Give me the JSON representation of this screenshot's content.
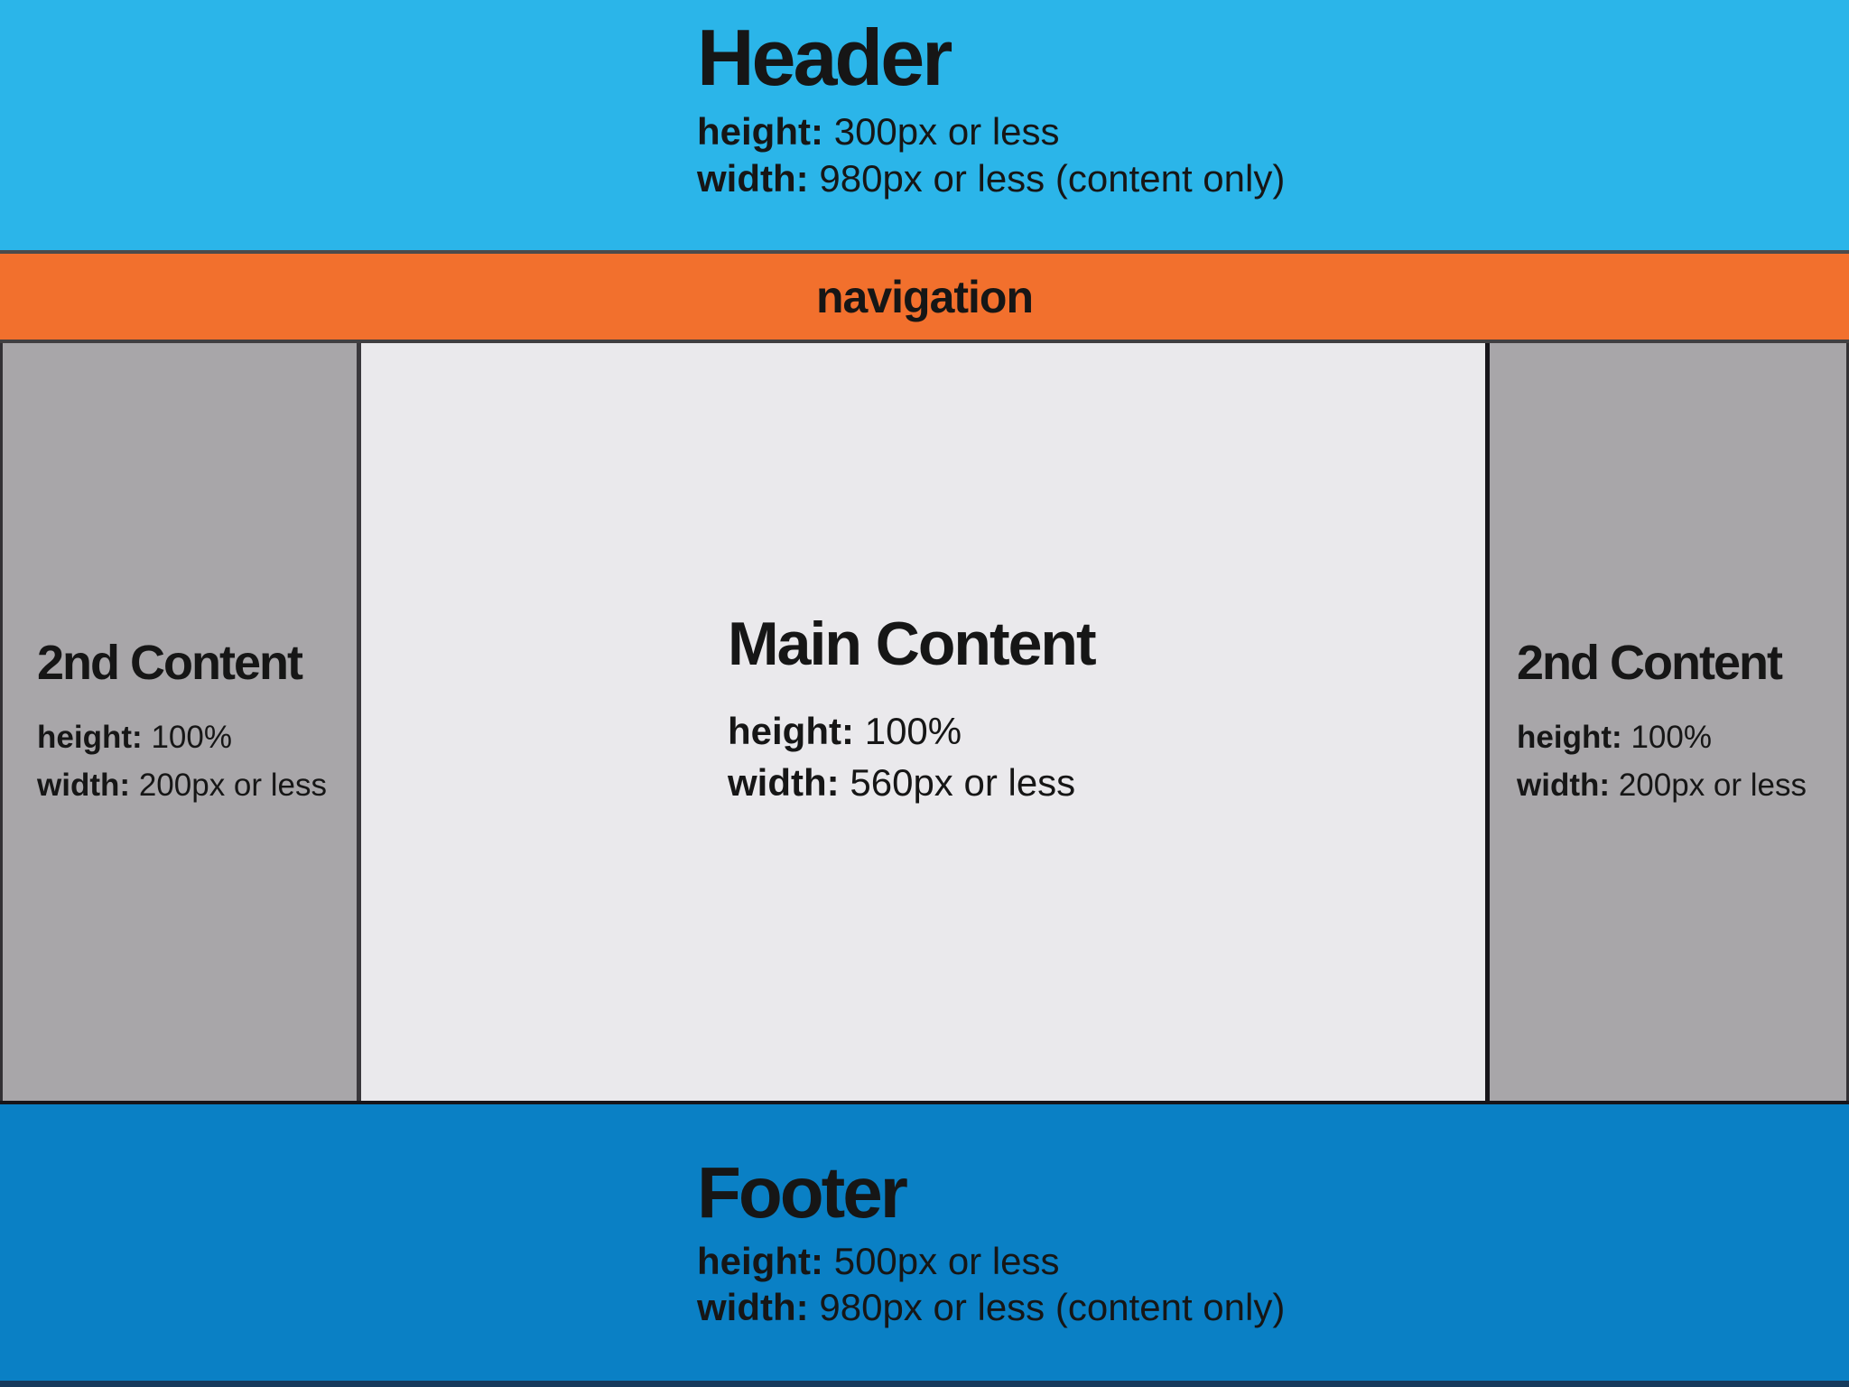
{
  "colors": {
    "header_bg": "#2bb5e9",
    "nav_bg": "#f2702d",
    "sidebar_bg": "#a8a6a9",
    "main_bg": "#eae9ec",
    "footer_bg": "#0a80c5",
    "footer_bottom_edge": "#163a5c",
    "text": "#161616"
  },
  "header": {
    "title": "Header",
    "specs": [
      {
        "label": "height:",
        "value": "300px or less"
      },
      {
        "label": "width:",
        "value": "980px or less (content only)"
      }
    ]
  },
  "navigation": {
    "label": "navigation"
  },
  "sidebar_left": {
    "title": "2nd Content",
    "specs": [
      {
        "label": "height:",
        "value": "100%"
      },
      {
        "label": "width:",
        "value": "200px or less"
      }
    ]
  },
  "main": {
    "title": "Main Content",
    "specs": [
      {
        "label": "height:",
        "value": "100%"
      },
      {
        "label": "width:",
        "value": "560px or less"
      }
    ]
  },
  "sidebar_right": {
    "title": "2nd Content",
    "specs": [
      {
        "label": "height:",
        "value": "100%"
      },
      {
        "label": "width:",
        "value": "200px or less"
      }
    ]
  },
  "footer": {
    "title": "Footer",
    "specs": [
      {
        "label": "height:",
        "value": "500px or less"
      },
      {
        "label": "width:",
        "value": "980px or less (content only)"
      }
    ]
  }
}
